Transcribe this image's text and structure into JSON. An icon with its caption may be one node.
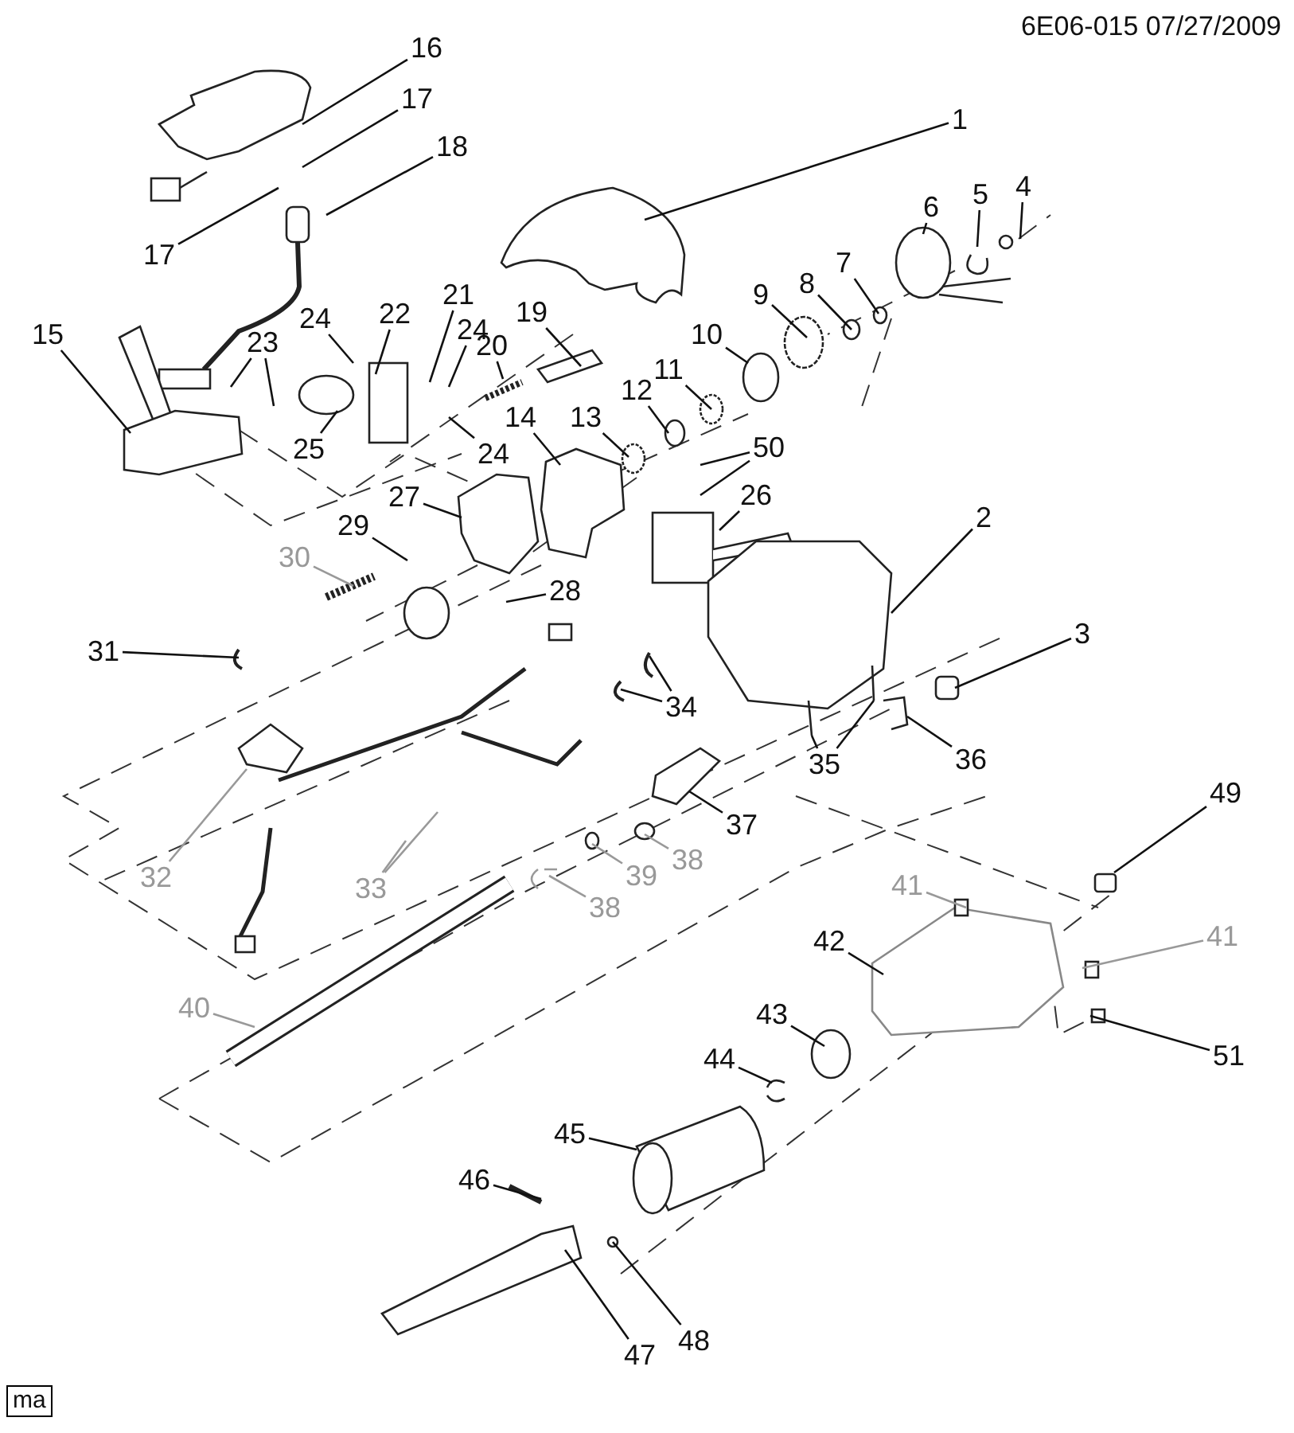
{
  "diagram": {
    "nodes": [
      {
        "text": [
          "16"
        ]
      },
      {
        "text": [
          "17"
        ]
      },
      {
        "text": [
          "18"
        ]
      },
      {
        "text": [
          "1"
        ]
      },
      {
        "text": [
          "4"
        ]
      },
      {
        "text": [
          "5"
        ]
      },
      {
        "text": [
          "6"
        ]
      },
      {
        "text": [
          "7"
        ]
      },
      {
        "text": [
          "8"
        ]
      },
      {
        "text": [
          "9"
        ]
      },
      {
        "text": [
          "17"
        ]
      },
      {
        "text": [
          "10"
        ]
      },
      {
        "text": [
          "11"
        ]
      },
      {
        "text": [
          "15"
        ]
      },
      {
        "text": [
          "21"
        ]
      },
      {
        "text": [
          "19"
        ]
      },
      {
        "text": [
          "22"
        ]
      },
      {
        "text": [
          "24"
        ]
      },
      {
        "text": [
          "24"
        ]
      },
      {
        "text": [
          "20"
        ]
      },
      {
        "text": [
          "23"
        ]
      },
      {
        "text": [
          "12"
        ]
      },
      {
        "text": [
          "13"
        ]
      },
      {
        "text": [
          "14"
        ]
      },
      {
        "text": [
          "24"
        ]
      },
      {
        "text": [
          "25"
        ]
      },
      {
        "text": [
          "50"
        ]
      },
      {
        "text": [
          "27"
        ]
      },
      {
        "text": [
          "26"
        ]
      },
      {
        "text": [
          "2"
        ]
      },
      {
        "text": [
          "29"
        ]
      },
      {
        "text": [
          "30"
        ]
      },
      {
        "text": [
          "28"
        ]
      },
      {
        "text": [
          "31"
        ]
      },
      {
        "text": [
          "3"
        ]
      },
      {
        "text": [
          "34"
        ]
      },
      {
        "text": [
          "35"
        ]
      },
      {
        "text": [
          "36"
        ]
      },
      {
        "text": [
          "37"
        ]
      },
      {
        "text": [
          "38"
        ]
      },
      {
        "text": [
          "39"
        ]
      },
      {
        "text": [
          "38"
        ]
      },
      {
        "text": [
          "32"
        ]
      },
      {
        "text": [
          "33"
        ]
      },
      {
        "text": [
          "49"
        ]
      },
      {
        "text": [
          "41"
        ]
      },
      {
        "text": [
          "42"
        ]
      },
      {
        "text": [
          "41"
        ]
      },
      {
        "text": [
          "40"
        ]
      },
      {
        "text": [
          "43"
        ]
      },
      {
        "text": [
          "51"
        ]
      },
      {
        "text": [
          "44"
        ]
      },
      {
        "text": [
          "45"
        ]
      },
      {
        "text": [
          "46"
        ]
      },
      {
        "text": [
          "48"
        ]
      },
      {
        "text": [
          "47"
        ]
      },
      {
        "text": [
          "ma"
        ]
      }
    ],
    "edges": [
      {
        "from": 0,
        "to": null,
        "arrow": "none"
      },
      {
        "from": 1,
        "to": null,
        "arrow": "none"
      },
      {
        "from": 2,
        "to": null,
        "arrow": "none"
      },
      {
        "from": 3,
        "to": null,
        "arrow": "none"
      },
      {
        "from": 4,
        "to": null,
        "arrow": "none"
      },
      {
        "from": 5,
        "to": null,
        "arrow": "none"
      },
      {
        "from": 6,
        "to": null,
        "arrow": "none"
      },
      {
        "from": 7,
        "to": null,
        "arrow": "none"
      },
      {
        "from": 8,
        "to": null,
        "arrow": "none"
      },
      {
        "from": 9,
        "to": null,
        "arrow": "none"
      },
      {
        "from": 10,
        "to": null,
        "arrow": "none"
      },
      {
        "from": 11,
        "to": null,
        "arrow": "none"
      },
      {
        "from": 12,
        "to": null,
        "arrow": "none"
      },
      {
        "from": 13,
        "to": null,
        "arrow": "none"
      },
      {
        "from": 14,
        "to": null,
        "arrow": "none"
      },
      {
        "from": 15,
        "to": null,
        "arrow": "none"
      },
      {
        "from": 16,
        "to": null,
        "arrow": "none"
      },
      {
        "from": 17,
        "to": null,
        "arrow": "none"
      },
      {
        "from": 18,
        "to": null,
        "arrow": "none"
      },
      {
        "from": 19,
        "to": null,
        "arrow": "none"
      },
      {
        "from": 20,
        "to": null,
        "arrow": "none"
      },
      {
        "from": 20,
        "to": null,
        "arrow": "none"
      },
      {
        "from": 21,
        "to": null,
        "arrow": "none"
      },
      {
        "from": 22,
        "to": null,
        "arrow": "none"
      },
      {
        "from": 23,
        "to": null,
        "arrow": "none"
      },
      {
        "from": 24,
        "to": null,
        "arrow": "none"
      },
      {
        "from": 25,
        "to": null,
        "arrow": "none"
      },
      {
        "from": 26,
        "to": null,
        "arrow": "none"
      },
      {
        "from": 26,
        "to": null,
        "arrow": "none"
      },
      {
        "from": 27,
        "to": null,
        "arrow": "none"
      },
      {
        "from": 28,
        "to": null,
        "arrow": "none"
      },
      {
        "from": 29,
        "to": null,
        "arrow": "none"
      },
      {
        "from": 30,
        "to": null,
        "arrow": "none"
      },
      {
        "from": 31,
        "to": null,
        "arrow": "none",
        "color": "#999999"
      },
      {
        "from": 32,
        "to": null,
        "arrow": "none"
      },
      {
        "from": 33,
        "to": null,
        "arrow": "none"
      },
      {
        "from": 34,
        "to": null,
        "arrow": "none"
      },
      {
        "from": 35,
        "to": null,
        "arrow": "none"
      },
      {
        "from": 35,
        "to": null,
        "arrow": "none"
      },
      {
        "from": 36,
        "to": null,
        "arrow": "none"
      },
      {
        "from": 36,
        "to": null,
        "arrow": "none"
      },
      {
        "from": 37,
        "to": null,
        "arrow": "none"
      },
      {
        "from": 38,
        "to": null,
        "arrow": "none"
      },
      {
        "from": 39,
        "to": null,
        "arrow": "none",
        "color": "#999999"
      },
      {
        "from": 40,
        "to": null,
        "arrow": "none",
        "color": "#999999"
      },
      {
        "from": 41,
        "to": null,
        "arrow": "none",
        "color": "#999999"
      },
      {
        "from": 42,
        "to": null,
        "arrow": "none",
        "color": "#999999"
      },
      {
        "from": 43,
        "to": null,
        "arrow": "none",
        "color": "#999999"
      },
      {
        "from": 43,
        "to": null,
        "arrow": "none",
        "color": "#999999"
      },
      {
        "from": 44,
        "to": null,
        "arrow": "none"
      },
      {
        "from": 45,
        "to": null,
        "arrow": "none",
        "color": "#999999"
      },
      {
        "from": 46,
        "to": null,
        "arrow": "none"
      },
      {
        "from": 47,
        "to": null,
        "arrow": "none",
        "color": "#999999"
      },
      {
        "from": 48,
        "to": null,
        "arrow": "none",
        "color": "#999999"
      },
      {
        "from": 49,
        "to": null,
        "arrow": "none"
      },
      {
        "from": 50,
        "to": null,
        "arrow": "none"
      },
      {
        "from": 51,
        "to": null,
        "arrow": "none"
      },
      {
        "from": 52,
        "to": null,
        "arrow": "none"
      },
      {
        "from": 53,
        "to": null,
        "arrow": "none"
      },
      {
        "from": 54,
        "to": null,
        "arrow": "none"
      },
      {
        "from": 55,
        "to": null,
        "arrow": "none"
      }
    ],
    "labels": [
      "6E06-015 07/27/2009"
    ]
  }
}
